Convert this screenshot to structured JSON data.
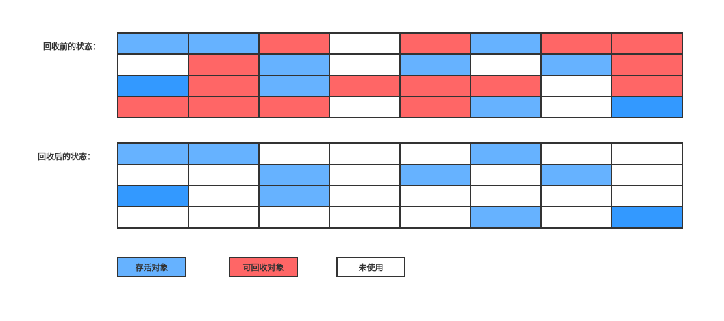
{
  "before": {
    "label": "回收前的状态：",
    "rows": [
      [
        "L",
        "L",
        "R",
        "W",
        "R",
        "L",
        "R",
        "R"
      ],
      [
        "W",
        "R",
        "L",
        "W",
        "L",
        "W",
        "L",
        "R"
      ],
      [
        "D",
        "R",
        "L",
        "R",
        "R",
        "R",
        "W",
        "R"
      ],
      [
        "R",
        "R",
        "R",
        "W",
        "R",
        "L",
        "W",
        "D"
      ]
    ]
  },
  "after": {
    "label": "回收后的状态：",
    "rows": [
      [
        "L",
        "L",
        "W",
        "W",
        "W",
        "L",
        "W",
        "W"
      ],
      [
        "W",
        "W",
        "L",
        "W",
        "L",
        "W",
        "L",
        "W"
      ],
      [
        "D",
        "W",
        "L",
        "W",
        "W",
        "W",
        "W",
        "W"
      ],
      [
        "W",
        "W",
        "W",
        "W",
        "W",
        "L",
        "W",
        "D"
      ]
    ]
  },
  "legend": {
    "alive": "存活对象",
    "collectable": "可回收对象",
    "unused": "未使用"
  },
  "colors": {
    "alive_light": "#66b2ff",
    "alive_dark": "#3399ff",
    "collectable": "#ff6666",
    "unused": "#ffffff",
    "border": "#333333"
  }
}
